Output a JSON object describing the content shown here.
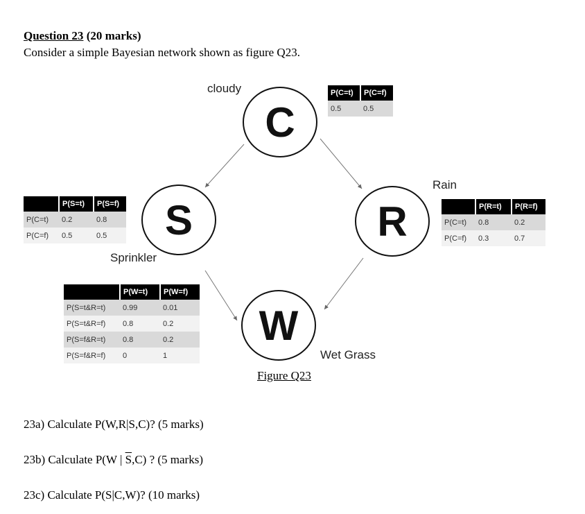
{
  "question": {
    "title_underlined": "Question 23",
    "title_rest": " (20 marks)",
    "intro": "Consider a simple Bayesian network shown as figure Q23."
  },
  "figure": {
    "caption": "Figure Q23",
    "nodes": {
      "C": {
        "letter": "C",
        "label": "cloudy"
      },
      "S": {
        "letter": "S",
        "label": "Sprinkler"
      },
      "R": {
        "letter": "R",
        "label": "Rain"
      },
      "W": {
        "letter": "W",
        "label": "Wet Grass"
      }
    },
    "cpt_c": {
      "headers": [
        "P(C=t)",
        "P(C=f)"
      ],
      "rows": [
        [
          "0.5",
          "0.5"
        ]
      ]
    },
    "cpt_s": {
      "headers": [
        "",
        "P(S=t)",
        "P(S=f)"
      ],
      "rows": [
        [
          "P(C=t)",
          "0.2",
          "0.8"
        ],
        [
          "P(C=f)",
          "0.5",
          "0.5"
        ]
      ]
    },
    "cpt_r": {
      "headers": [
        "",
        "P(R=t)",
        "P(R=f)"
      ],
      "rows": [
        [
          "P(C=t)",
          "0.8",
          "0.2"
        ],
        [
          "P(C=f)",
          "0.3",
          "0.7"
        ]
      ]
    },
    "cpt_w": {
      "headers": [
        "",
        "P(W=t)",
        "P(W=f)"
      ],
      "rows": [
        [
          "P(S=t&R=t)",
          "0.99",
          "0.01"
        ],
        [
          "P(S=t&R=f)",
          "0.8",
          "0.2"
        ],
        [
          "P(S=f&R=t)",
          "0.8",
          "0.2"
        ],
        [
          "P(S=f&R=f)",
          "0",
          "1"
        ]
      ]
    }
  },
  "parts": {
    "a": "23a)  Calculate P(W,R|S,C)? (5 marks)",
    "b_prefix": "23b)  Calculate  P(W | ",
    "b_over": "S",
    "b_suffix": ",C) ? (5 marks)",
    "c": "23c)  Calculate P(S|C,W)? (10 marks)"
  }
}
